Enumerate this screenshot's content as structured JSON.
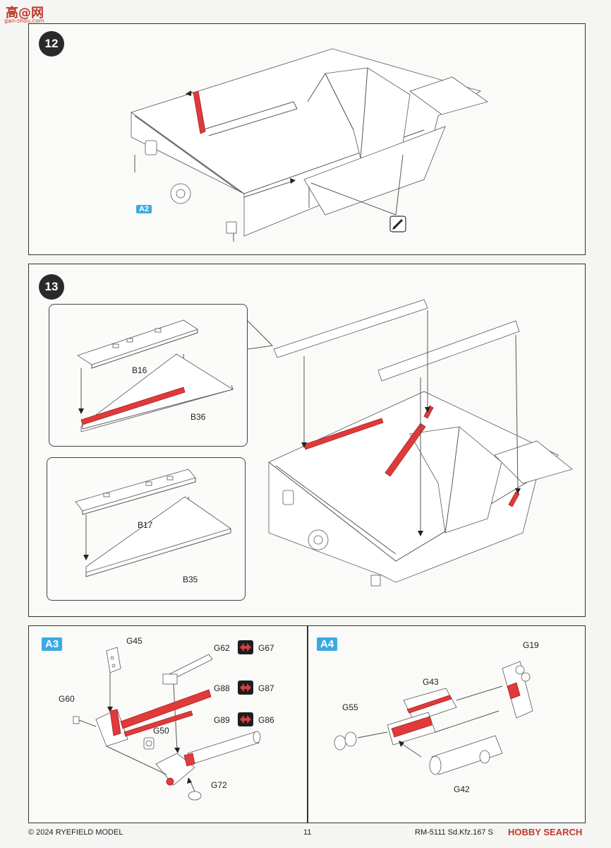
{
  "logo": {
    "main": "高@网",
    "sub": "gan-shou.com"
  },
  "steps": {
    "step12": {
      "number": "12",
      "sub_label": "A2"
    },
    "step13": {
      "number": "13",
      "inset_a": {
        "top_part": "B16",
        "bottom_part": "B36"
      },
      "inset_b": {
        "top_part": "B17",
        "bottom_part": "B35"
      }
    },
    "a3": {
      "label": "A3",
      "parts": {
        "g45": "G45",
        "g62": "G62",
        "g67": "G67",
        "g88": "G88",
        "g87": "G87",
        "g60": "G60",
        "g50": "G50",
        "g89": "G89",
        "g86": "G86",
        "g72": "G72"
      }
    },
    "a4": {
      "label": "A4",
      "parts": {
        "g19": "G19",
        "g43": "G43",
        "g55": "G55",
        "g42": "G42"
      }
    }
  },
  "footer": {
    "copyright": "© 2024 RYEFIELD MODEL",
    "page_number": "11",
    "product": "RM-5111 Sd.Kfz.167 S",
    "watermark": "HOBBY SEARCH"
  },
  "colors": {
    "highlight": "#e03a3a",
    "badge_blue": "#3ca9e2",
    "badge_dark": "#2a2a2a"
  }
}
